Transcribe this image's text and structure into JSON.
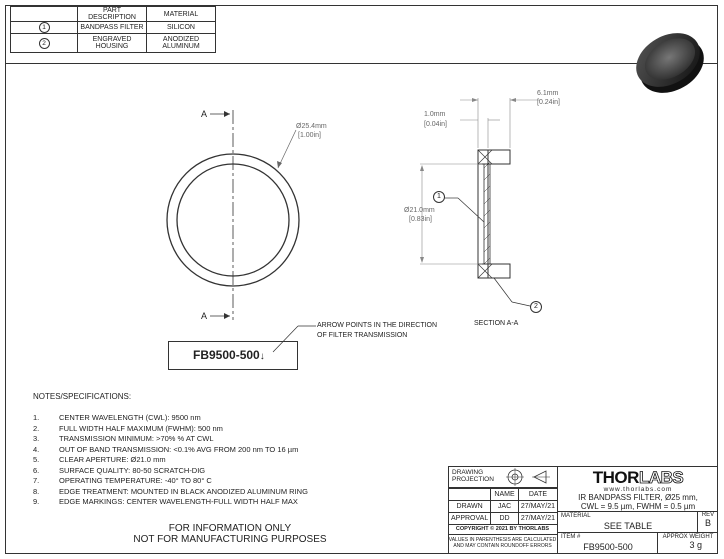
{
  "parts_table": {
    "headers": [
      "",
      "PART DESCRIPTION",
      "MATERIAL"
    ],
    "rows": [
      {
        "num": "1",
        "description": "BANDPASS FILTER",
        "material": "SILICON"
      },
      {
        "num": "2",
        "description": "ENGRAVED HOUSING",
        "material": "ANODIZED ALUMINUM"
      }
    ]
  },
  "front_view": {
    "section_label_top": "A",
    "section_label_bottom": "A",
    "diameter_label": "Ø25.4mm",
    "diameter_inch": "[1.00in]"
  },
  "section_view": {
    "thickness_label": "6.1mm",
    "thickness_inch": "[0.24in]",
    "lip_label": "1.0mm",
    "lip_inch": "[0.04in]",
    "aperture_label": "Ø21.0mm",
    "aperture_inch": "[0.83in]",
    "callout_1": "1",
    "callout_2": "2",
    "title": "SECTION A-A"
  },
  "engraving": {
    "text": "FB9500-500",
    "arrow_note_line1": "ARROW POINTS IN THE DIRECTION",
    "arrow_note_line2": "OF FILTER TRANSMISSION"
  },
  "notes": {
    "title": "NOTES/SPECIFICATIONS:",
    "items": [
      {
        "n": "1.",
        "text": "CENTER WAVELENGTH (CWL): 9500 nm"
      },
      {
        "n": "2.",
        "text": "FULL WIDTH HALF MAXIMUM (FWHM): 500 nm"
      },
      {
        "n": "3.",
        "text": "TRANSMISSION MINIMUM: >70% % AT CWL"
      },
      {
        "n": "4.",
        "text": "OUT OF BAND TRANSMISSION: <0.1% AVG FROM 200 nm TO 16 µm"
      },
      {
        "n": "5.",
        "text": "CLEAR APERTURE: Ø21.0 mm"
      },
      {
        "n": "6.",
        "text": "SURFACE QUALITY: 80-50 SCRATCH-DIG"
      },
      {
        "n": "7.",
        "text": "OPERATING TEMPERATURE: -40° TO 80° C"
      },
      {
        "n": "8.",
        "text": "EDGE TREATMENT: MOUNTED IN BLACK ANODIZED ALUMINUM RING"
      },
      {
        "n": "9.",
        "text": "EDGE MARKINGS: CENTER WAVELENGTH-FULL WIDTH HALF MAX"
      }
    ]
  },
  "disclaimer": {
    "line1": "FOR INFORMATION ONLY",
    "line2": "NOT FOR MANUFACTURING PURPOSES"
  },
  "title_block": {
    "drawing_projection": "DRAWING PROJECTION",
    "name_header": "NAME",
    "date_header": "DATE",
    "drawn_label": "DRAWN",
    "drawn_name": "JAC",
    "drawn_date": "27/MAY/21",
    "approval_label": "APPROVAL",
    "approval_name": "DD",
    "approval_date": "27/MAY/21",
    "copyright": "COPYRIGHT © 2021 BY THORLABS",
    "values_note_line1": "VALUES IN PARENTHESIS ARE CALCULATED",
    "values_note_line2": "AND MAY CONTAIN ROUNDOFF ERRORS",
    "logo_thor": "THOR",
    "logo_labs": "LABS",
    "website": "www.thorlabs.com",
    "description_line1": "IR BANDPASS FILTER, Ø25 mm,",
    "description_line2": "CWL = 9.5 µm, FWHM = 0.5 µm",
    "material_label": "MATERIAL",
    "material_value": "SEE TABLE",
    "rev_label": "REV",
    "rev_value": "B",
    "item_label": "ITEM #",
    "item_value": "FB9500-500",
    "weight_label": "APPROX WEIGHT",
    "weight_value": "3 g"
  }
}
